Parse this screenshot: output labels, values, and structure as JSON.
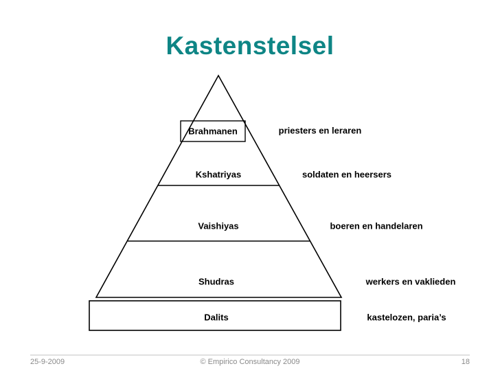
{
  "slide": {
    "title": "Kastenstelsel",
    "accent_color": "#0e8585",
    "footer_text_color": "#898989"
  },
  "pyramid": {
    "levels": [
      {
        "name": "Brahmanen",
        "description": "priesters en leraren"
      },
      {
        "name": "Kshatriyas",
        "description": "soldaten en heersers"
      },
      {
        "name": "Vaishiyas",
        "description": "boeren en handelaren"
      },
      {
        "name": "Shudras",
        "description": "werkers en vaklieden"
      },
      {
        "name": "Dalits",
        "description": "kastelozen, paria’s"
      }
    ]
  },
  "footer": {
    "date": "25-9-2009",
    "copyright": "© Empirico Consultancy 2009",
    "page_number": "18"
  }
}
